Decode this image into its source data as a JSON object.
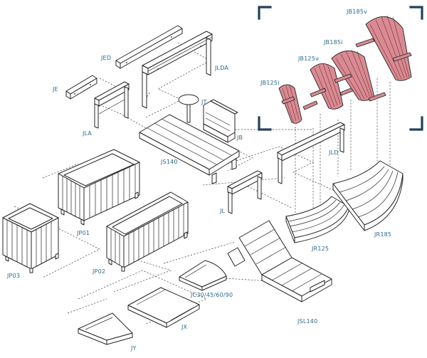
{
  "labels": {
    "jed": "JED",
    "je": "JE",
    "lda": "JLDA",
    "jla": "JLA",
    "jt": "JT",
    "jb": "JB",
    "js140": "JS140",
    "jld": "JLD",
    "jl": "JL",
    "jp01": "JP01",
    "jp02": "JP02",
    "jp03": "JP03",
    "jc": "JC30/45/60/90",
    "jx": "JX",
    "jy": "JY",
    "jsl140": "JSL140",
    "jr125": "JR125",
    "jr185": "JR185",
    "jb125i": "JB125i",
    "jb125v": "JB125v",
    "jb185i": "JB185i",
    "jb185v": "JB185v"
  },
  "colors": {
    "accent_highlight": "#d98a92",
    "label": "#2b6a8c",
    "frame_corners": "#20425e",
    "line": "#262626"
  }
}
